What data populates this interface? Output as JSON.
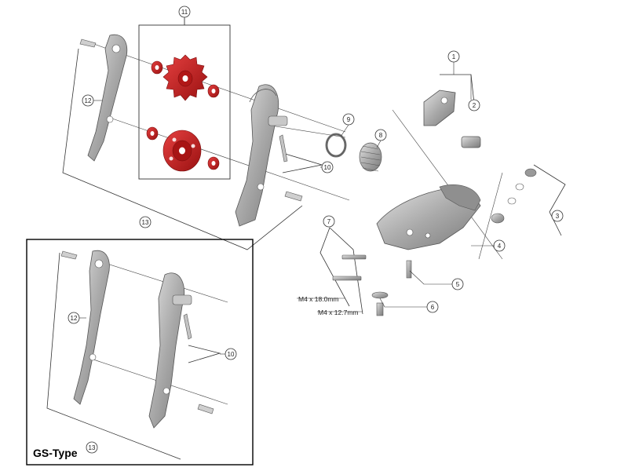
{
  "colors": {
    "red_part": "#cc1f1f",
    "red_dark": "#8e1010",
    "metal": "#b5b5b5",
    "metal_dark": "#6e6e6e",
    "line": "#333333"
  },
  "callouts": {
    "c1": "1",
    "c2": "2",
    "c3": "3",
    "c4": "4",
    "c5": "5",
    "c6": "6",
    "c7": "7",
    "c8": "8",
    "c9": "9",
    "c10_top": "10",
    "c11": "11",
    "c12_top": "12",
    "c13_top": "13",
    "c10_inset": "10",
    "c12_inset": "12",
    "c13_inset": "13"
  },
  "specs": {
    "bolt_long": "M4 x 18.0mm",
    "bolt_short": "M4 x 12.7mm"
  },
  "inset": {
    "title": "GS-Type"
  }
}
